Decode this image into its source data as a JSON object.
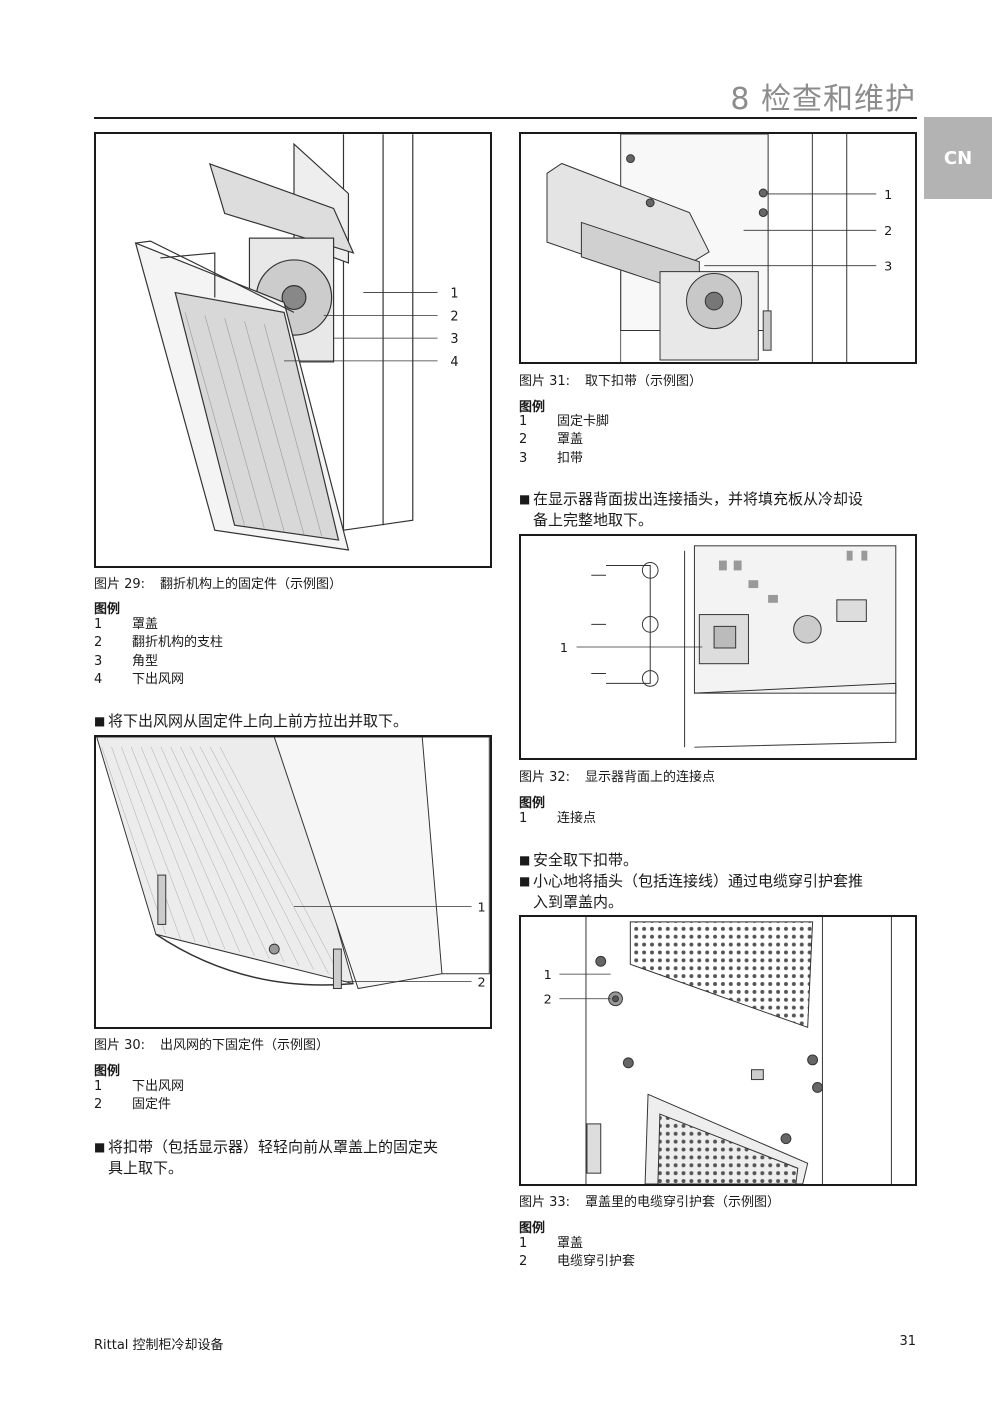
{
  "header": {
    "chapter_title": "8 检查和维护",
    "lang_tab": "CN"
  },
  "fig29": {
    "number": "图片 29:",
    "title": "翻折机构上的固定件（示例图）",
    "legend_title": "图例",
    "callouts": [
      "1",
      "2",
      "3",
      "4"
    ],
    "legend": [
      {
        "n": "1",
        "label": "罩盖"
      },
      {
        "n": "2",
        "label": "翻折机构的支柱"
      },
      {
        "n": "3",
        "label": "角型"
      },
      {
        "n": "4",
        "label": "下出风网"
      }
    ]
  },
  "step_remove_grille": "将下出风网从固定件上向上前方拉出并取下。",
  "fig30": {
    "number": "图片 30:",
    "title": "出风网的下固定件（示例图）",
    "legend_title": "图例",
    "callouts": [
      "1",
      "2"
    ],
    "legend": [
      {
        "n": "1",
        "label": "下出风网"
      },
      {
        "n": "2",
        "label": "固定件"
      }
    ]
  },
  "step_remove_strap": {
    "line1": "将扣带（包括显示器）轻轻向前从罩盖上的固定夹",
    "line2": "具上取下。"
  },
  "fig31": {
    "number": "图片 31:",
    "title": "取下扣带（示例图）",
    "legend_title": "图例",
    "callouts": [
      "1",
      "2",
      "3"
    ],
    "legend": [
      {
        "n": "1",
        "label": "固定卡脚"
      },
      {
        "n": "2",
        "label": "罩盖"
      },
      {
        "n": "3",
        "label": "扣带"
      }
    ]
  },
  "step_unplug": {
    "line1": "在显示器背面拔出连接插头，并将填充板从冷却设",
    "line2": "备上完整地取下。"
  },
  "fig32": {
    "number": "图片 32:",
    "title": "显示器背面上的连接点",
    "legend_title": "图例",
    "callouts": [
      "1"
    ],
    "legend": [
      {
        "n": "1",
        "label": "连接点"
      }
    ]
  },
  "step_safe_remove": "安全取下扣带。",
  "step_insert_plug": {
    "line1": "小心地将插头（包括连接线）通过电缆穿引护套推",
    "line2": "入到罩盖内。"
  },
  "fig33": {
    "number": "图片 33:",
    "title": "罩盖里的电缆穿引护套（示例图）",
    "legend_title": "图例",
    "callouts": [
      "1",
      "2"
    ],
    "legend": [
      {
        "n": "1",
        "label": "罩盖"
      },
      {
        "n": "2",
        "label": "电缆穿引护套"
      }
    ]
  },
  "footer": {
    "left": "Rittal 控制柜冷却设备",
    "page": "31"
  },
  "colors": {
    "accent_tab": "#b3b3b3",
    "chapter_title": "#8c8c8c"
  }
}
